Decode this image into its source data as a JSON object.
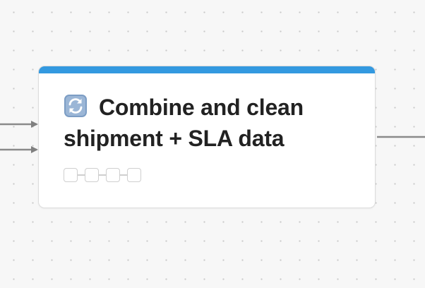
{
  "node": {
    "title": "Combine and clean shipment + SLA data",
    "icon": "refresh-icon",
    "accent_color": "#3399e0",
    "tag_slots": 4
  },
  "connections": {
    "incoming": 2,
    "outgoing": 1
  }
}
